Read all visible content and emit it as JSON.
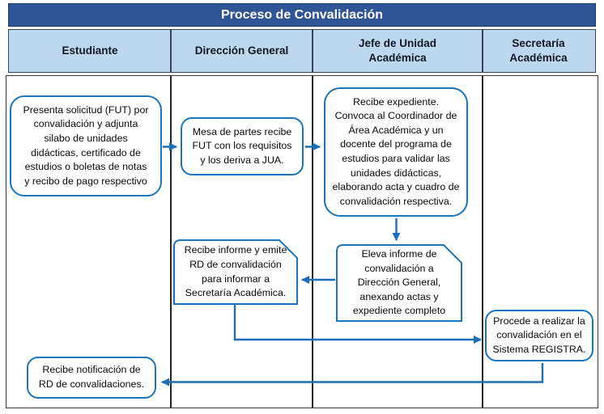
{
  "diagram": {
    "title": "Proceso de Convalidación",
    "type": "swimlane-flowchart",
    "lanes": [
      {
        "label": "Estudiante"
      },
      {
        "label": "Dirección General"
      },
      {
        "label": "Jefe de Unidad\nAcadémica"
      },
      {
        "label": "Secretaría\nAcadémica"
      }
    ],
    "nodes": {
      "presenta_solicitud": {
        "lane": "Estudiante",
        "shape": "rounded-rect",
        "text": "Presenta solicitud (FUT) por\nconvalidación y adjunta\nsilabo de unidades\ndidácticas, certificado de\nestudios o boletas de notas\ny recibo de pago respectivo"
      },
      "mesa_de_partes": {
        "lane": "Dirección General",
        "shape": "rounded-rect",
        "text": "Mesa de partes recibe\nFUT con los requisitos\ny los deriva a JUA."
      },
      "recibe_expediente": {
        "lane": "Jefe de Unidad Académica",
        "shape": "rounded-rect",
        "text": "Recibe expediente.\nConvoca al Coordinador de\nÁrea Académica y un\ndocente del programa de\nestudios para validar las\nunidades didácticas,\nelaborando acta y cuadro de\nconvalidación respectiva."
      },
      "eleva_informe": {
        "lane": "Jefe de Unidad Académica",
        "shape": "card",
        "text": "Eleva informe de\nconvalidación a\nDirección General,\nanexando actas y\nexpediente completo"
      },
      "recibe_informe": {
        "lane": "Dirección General",
        "shape": "card",
        "text": "Recibe informe y emite\nRD de convalidación\npara informar a\nSecretaría Académica."
      },
      "procede_registra": {
        "lane": "Secretaría Académica",
        "shape": "rounded-rect",
        "text": "Procede a realizar la\nconvalidación en el\nSistema REGISTRA."
      },
      "recibe_notificacion": {
        "lane": "Estudiante",
        "shape": "rounded-rect",
        "text": "Recibe notificación de\nRD de convalidaciones."
      }
    },
    "edges": [
      {
        "from": "presenta_solicitud",
        "to": "mesa_de_partes"
      },
      {
        "from": "mesa_de_partes",
        "to": "recibe_expediente"
      },
      {
        "from": "recibe_expediente",
        "to": "eleva_informe"
      },
      {
        "from": "eleva_informe",
        "to": "recibe_informe"
      },
      {
        "from": "recibe_informe",
        "to": "procede_registra"
      },
      {
        "from": "procede_registra",
        "to": "recibe_notificacion"
      }
    ],
    "colors": {
      "title_bg": "#2F5597",
      "header_bg": "#BDD7EE",
      "shape_border": "#1C75BC",
      "connector": "#1C6FB8",
      "frame_border": "#383838"
    }
  }
}
